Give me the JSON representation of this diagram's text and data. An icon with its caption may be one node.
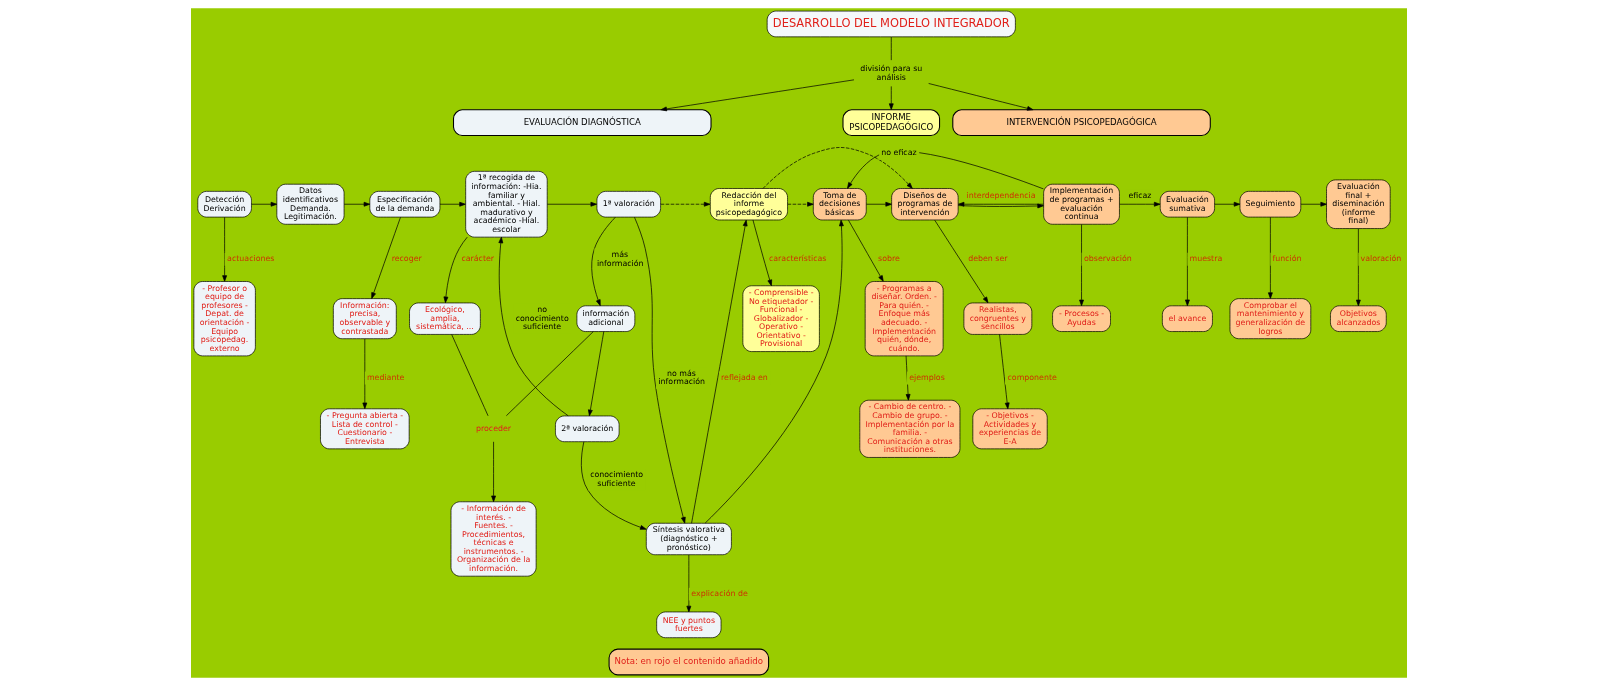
{
  "diagram": {
    "nodes": [
      {
        "text": [
          "DESARROLLO DEL MODELO INTEGRADOR"
        ]
      },
      {
        "text": [
          "división para su análisis"
        ]
      },
      {
        "text": [
          "EVALUACIÓN DIAGNÓSTICA"
        ]
      },
      {
        "text": [
          "INFORME PSICOPEDAGÓGICO"
        ]
      },
      {
        "text": [
          "INTERVENCIÓN PSICOPEDAGÓGICA"
        ]
      },
      {
        "text": [
          "Detección Derivación"
        ]
      },
      {
        "text": [
          "Datos identificativos Demanda. Legitimación."
        ]
      },
      {
        "text": [
          "Especificación de la demanda"
        ]
      },
      {
        "text": [
          "1ª recogida de información: -Hia. familiar y ambiental. - Hial. madurativo y académico -Hial. escolar"
        ]
      },
      {
        "text": [
          "1ª valoración"
        ]
      },
      {
        "text": [
          "Redacción del informe psicopedagógico"
        ]
      },
      {
        "text": [
          "Toma de decisiones básicas"
        ]
      },
      {
        "text": [
          "Diseños de programas de intervención"
        ]
      },
      {
        "text": [
          "Implementación de programas + evaluación continua"
        ]
      },
      {
        "text": [
          "Evaluación sumativa"
        ]
      },
      {
        "text": [
          "Seguimiento"
        ]
      },
      {
        "text": [
          "Evaluación final + diseminación (informe final)"
        ]
      },
      {
        "text": [
          "información adicional"
        ]
      },
      {
        "text": [
          "Síntesis valorativa (diagnóstico + pronóstico)"
        ]
      },
      {
        "text": [
          "2ª valoración"
        ]
      },
      {
        "text": [
          "- Profesor o equipo de profesores - Depat. de orientación - Equipo psicopedag. externo"
        ]
      },
      {
        "text": [
          "Información: precisa, observable y contrastada"
        ]
      },
      {
        "text": [
          "Ecológico, amplia, sistemática, ..."
        ]
      },
      {
        "text": [
          "- Pregunta abierta - Lista de control - Cuestionario - Entrevista"
        ]
      },
      {
        "text": [
          "- Información de interés. - Fuentes. - Procedimientos, técnicas e instrumentos. - Organización de la información."
        ]
      },
      {
        "text": [
          "NEE y puntos fuertes"
        ]
      },
      {
        "text": [
          "- Comprensible - No etiquetador - Funcional - Globalizador - Operativo - Orientativo - Provisional"
        ]
      },
      {
        "text": [
          "- Programas a diseñar. Orden. - Para quién. - Enfoque más adecuado. - Implementación quién, dónde, cuándo."
        ]
      },
      {
        "text": [
          "- Cambio de centro. - Cambio de grupo. - Implementación por la familia. - Comunicación a otras instituciones."
        ]
      },
      {
        "text": [
          "Realistas, congruentes y sencillos"
        ]
      },
      {
        "text": [
          "- Objetivos - Actividades y experiencias de E-A"
        ]
      },
      {
        "text": [
          "- Procesos - Ayudas"
        ]
      },
      {
        "text": [
          "el avance"
        ]
      },
      {
        "text": [
          "Comprobar el mantenimiento y generalización de logros"
        ]
      },
      {
        "text": [
          "Objetivos alcanzados"
        ]
      },
      {
        "text": [
          "Nota: en rojo el contenido añadido"
        ]
      },
      {
        "text": [
          "proceder"
        ]
      }
    ],
    "edges": [
      {
        "from": 0,
        "to": 1,
        "arrow": "none"
      },
      {
        "from": 1,
        "to": 2,
        "arrow": "to"
      },
      {
        "from": 1,
        "to": 3,
        "arrow": "to"
      },
      {
        "from": 1,
        "to": 4,
        "arrow": "to"
      },
      {
        "from": 5,
        "to": 6,
        "arrow": "to"
      },
      {
        "from": 6,
        "to": 7,
        "arrow": "to"
      },
      {
        "from": 7,
        "to": 8,
        "arrow": "to"
      },
      {
        "from": 8,
        "to": 9,
        "arrow": "to"
      },
      {
        "from": 9,
        "to": 10,
        "arrow": "to",
        "style": "dashed"
      },
      {
        "from": 10,
        "to": 11,
        "arrow": "to",
        "style": "dashed"
      },
      {
        "from": 10,
        "to": 12,
        "arrow": "to",
        "style": "dashed"
      },
      {
        "from": 11,
        "to": 12,
        "arrow": "to"
      },
      {
        "from": 12,
        "to": 13,
        "arrow": "to"
      },
      {
        "from": 13,
        "to": 14,
        "arrow": "to",
        "label": "eficaz"
      },
      {
        "from": 14,
        "to": 15,
        "arrow": "to"
      },
      {
        "from": 15,
        "to": 16,
        "arrow": "to"
      },
      {
        "from": 9,
        "to": 17,
        "arrow": "to",
        "label": "más información"
      },
      {
        "from": 9,
        "to": 18,
        "arrow": "to",
        "label": "no más información"
      },
      {
        "from": 17,
        "to": 19,
        "arrow": "to"
      },
      {
        "from": 19,
        "to": 8,
        "arrow": "to",
        "label": "no conocimiento suficiente"
      },
      {
        "from": 19,
        "to": 18,
        "arrow": "to",
        "label": "conocimiento suficiente"
      },
      {
        "from": 18,
        "to": 10,
        "arrow": "to",
        "label": "reflejada en"
      },
      {
        "from": 18,
        "to": 11,
        "arrow": "to"
      },
      {
        "from": 13,
        "to": 11,
        "arrow": "to",
        "label": "no eficaz"
      },
      {
        "from": 13,
        "to": 12,
        "arrow": "to",
        "label": "interdependencia"
      },
      {
        "from": 5,
        "to": 20,
        "arrow": "to",
        "label": "actuaciones"
      },
      {
        "from": 7,
        "to": 21,
        "arrow": "to",
        "label": "recoger"
      },
      {
        "from": 8,
        "to": 22,
        "arrow": "to",
        "label": "carácter"
      },
      {
        "from": 21,
        "to": 23,
        "arrow": "to",
        "label": "mediante"
      },
      {
        "from": 17,
        "to": 36,
        "arrow": "none"
      },
      {
        "from": 22,
        "to": 36,
        "arrow": "none"
      },
      {
        "from": 36,
        "to": 24,
        "arrow": "to"
      },
      {
        "from": 18,
        "to": 25,
        "arrow": "to",
        "label": "explicación de"
      },
      {
        "from": 10,
        "to": 26,
        "arrow": "to",
        "label": "características"
      },
      {
        "from": 11,
        "to": 27,
        "arrow": "to",
        "label": "sobre"
      },
      {
        "from": 27,
        "to": 28,
        "arrow": "to",
        "label": "ejemplos"
      },
      {
        "from": 12,
        "to": 29,
        "arrow": "to",
        "label": "deben ser"
      },
      {
        "from": 29,
        "to": 30,
        "arrow": "to",
        "label": "componente"
      },
      {
        "from": 13,
        "to": 31,
        "arrow": "to",
        "label": "observación"
      },
      {
        "from": 14,
        "to": 32,
        "arrow": "to",
        "label": "muestra"
      },
      {
        "from": 15,
        "to": 33,
        "arrow": "to",
        "label": "función"
      },
      {
        "from": 16,
        "to": 34,
        "arrow": "to",
        "label": "valoración"
      }
    ]
  }
}
